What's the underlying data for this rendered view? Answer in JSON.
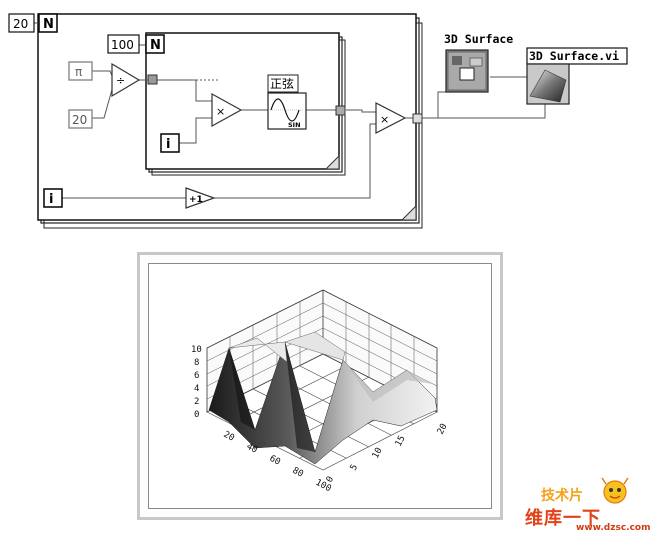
{
  "block_diagram": {
    "outer_loop": {
      "count": "20",
      "iter_symbol": "N",
      "iteration_terminal": "i"
    },
    "inner_loop": {
      "count": "100",
      "iter_symbol": "N",
      "iteration_terminal": "i"
    },
    "constants": {
      "pi": "π",
      "twenty": "20"
    },
    "operators": {
      "divide": "÷",
      "multiply": "×",
      "increment": "+1"
    },
    "sine_node": {
      "title": "正弦",
      "label": "SIN"
    },
    "surface_node": {
      "caption": "3D Surface"
    },
    "vi_node": {
      "caption": "3D Surface.vi"
    }
  },
  "surface_plot": {
    "z_ticks": [
      "10",
      "8",
      "6",
      "4",
      "2",
      "0"
    ],
    "x_ticks": [
      "20",
      "40",
      "60",
      "80",
      "100"
    ],
    "y_ticks": [
      "0",
      "5",
      "10",
      "15",
      "20"
    ]
  },
  "watermark": {
    "top_text": "技术片",
    "main_text": "维库一下",
    "url": "www.dzsc.com"
  }
}
